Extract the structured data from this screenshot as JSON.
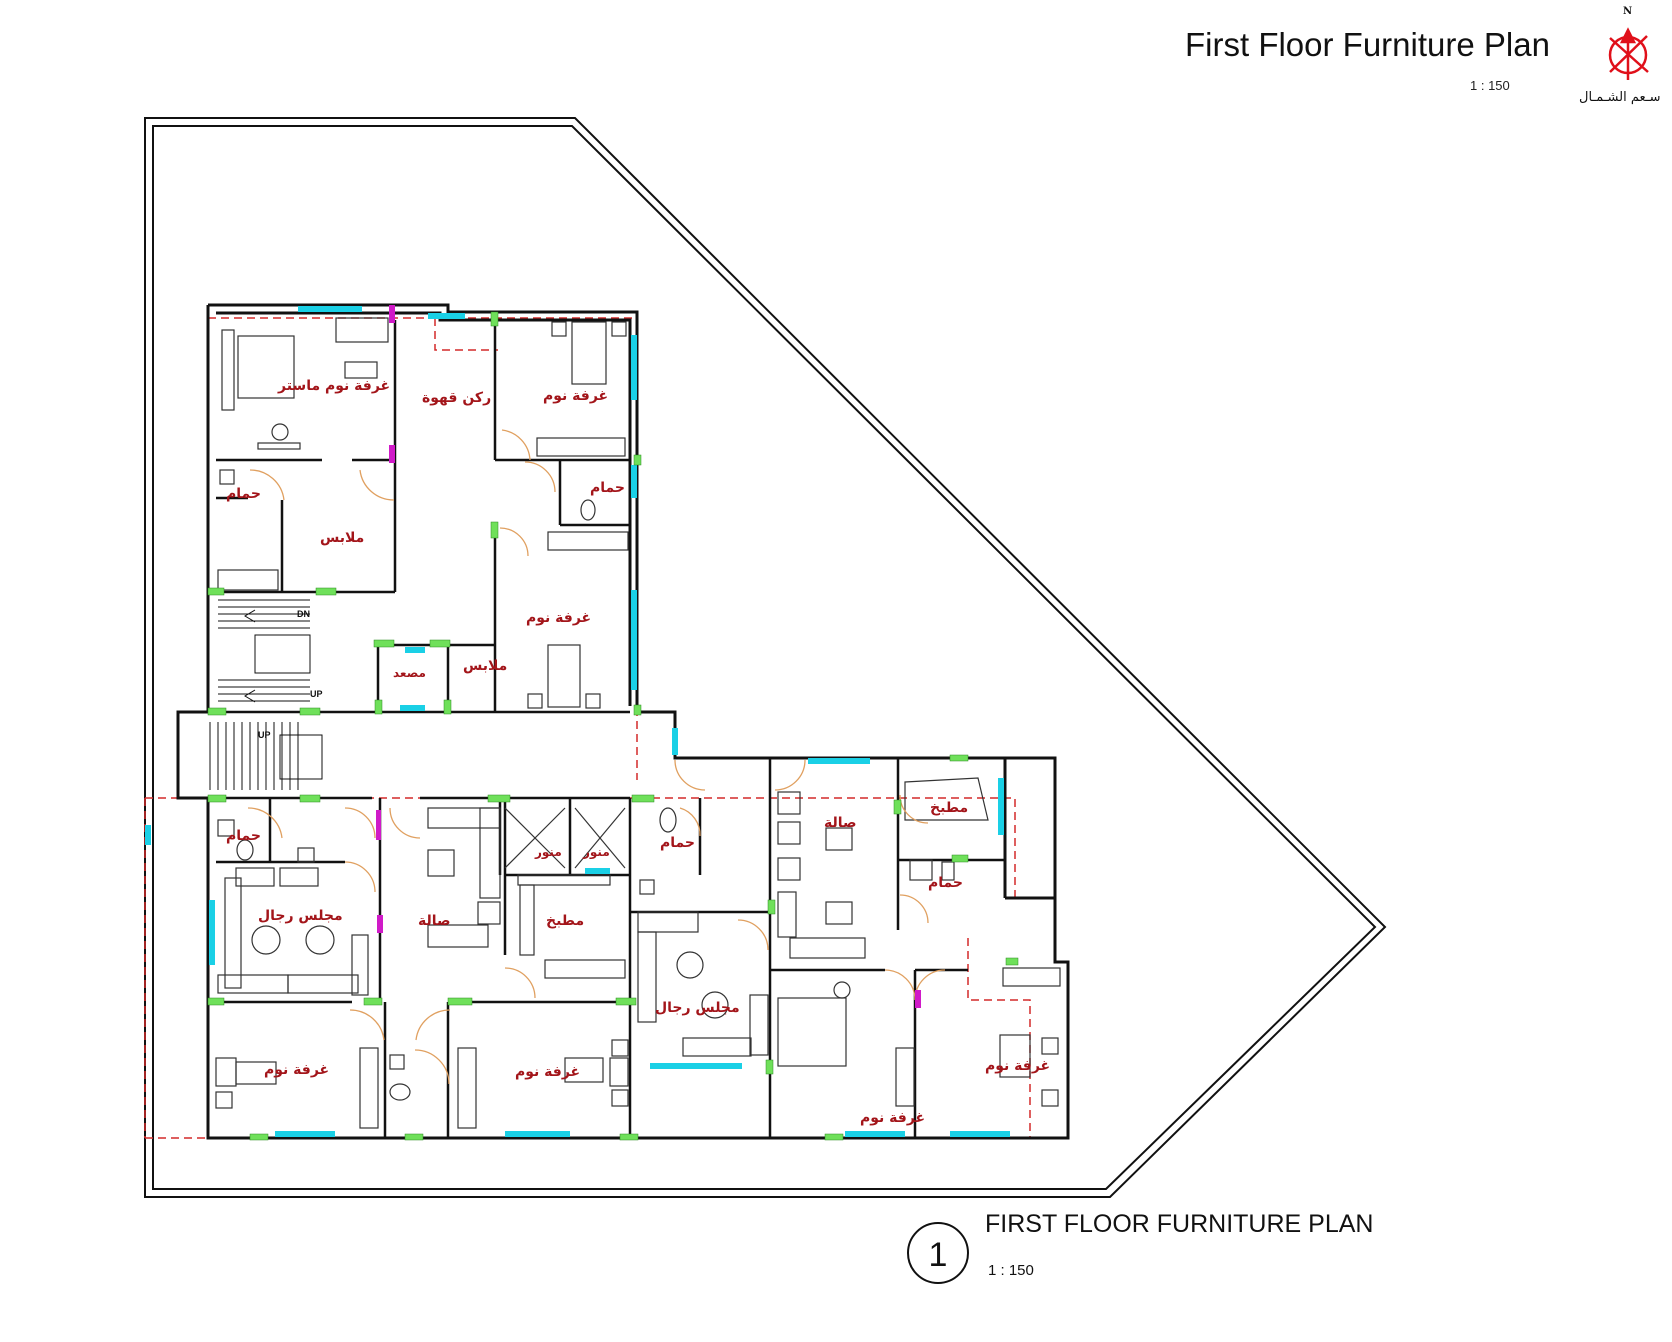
{
  "header": {
    "title": "First Floor Furniture Plan",
    "scale": "1 : 150",
    "north_mark": "N",
    "north_label": "سـعم الشـمـال"
  },
  "footer": {
    "drawing_number": "1",
    "title": "FIRST FLOOR FURNITURE PLAN",
    "scale": "1 : 150"
  },
  "rooms": {
    "master_bedroom": "غرفة نوم ماستر",
    "coffee_corner": "ركن قهوة",
    "bedroom_top_right": "غرفة نوم",
    "bath_top_left": "حمام",
    "dressing_top": "ملابس",
    "bath_top_right": "حمام",
    "bedroom_mid": "غرفة نوم",
    "elevator": "مصعد",
    "dressing_mid": "ملابس",
    "bath_mid_left": "حمام",
    "majlis_left": "مجلس رجال",
    "hall_left": "صالة",
    "light_well_1": "منور",
    "light_well_2": "منور",
    "kitchen_left": "مطبخ",
    "bath_center": "حمام",
    "bedroom_bottom_left": "غرفة نوم",
    "bedroom_bottom_mid": "غرفة نوم",
    "majlis_right": "مجلس رجال",
    "hall_right": "صالة",
    "kitchen_right": "مطبخ",
    "bath_right": "حمام",
    "bedroom_bottom_right_a": "غرفة نوم",
    "bedroom_bottom_right_b": "غرفة نوم"
  },
  "stairs": {
    "dn": "DN",
    "up_1": "UP",
    "up_2": "UP"
  },
  "colors": {
    "wall": "#111111",
    "room_label": "#a3151a",
    "window": "#1ad0e6",
    "door_jamb": "#6fe05a",
    "column_accent": "#d01ac8",
    "door_swing": "#e0a060",
    "boundary_dash": "#d42a2a",
    "north_arrow": "#e0101a"
  }
}
